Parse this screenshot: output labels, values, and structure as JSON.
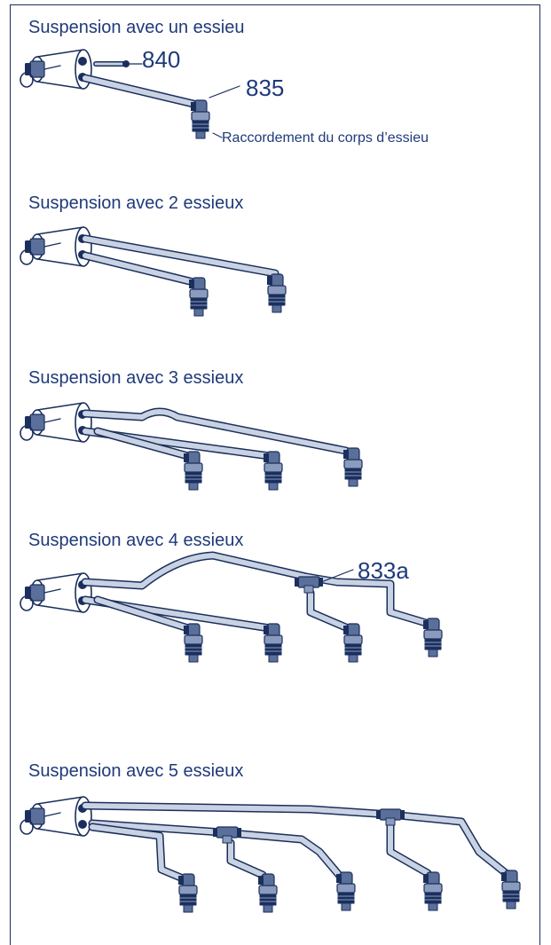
{
  "sections": [
    {
      "title": "Suspension avec un essieu"
    },
    {
      "title": "Suspension avec 2 essieux"
    },
    {
      "title": "Suspension avec 3 essieux"
    },
    {
      "title": "Suspension avec 4 essieux"
    },
    {
      "title": "Suspension avec 5 essieux"
    }
  ],
  "callouts": {
    "c840": "840",
    "c835": "835",
    "c833a": "833a",
    "axle_connection": "Raccordement du corps d’essieu"
  },
  "colors": {
    "line": "#1a2f5c",
    "text": "#1f3a7a",
    "pipe": "#c9d2e3",
    "fitting": "#5a6f99",
    "dark": "#1b2f5e"
  }
}
